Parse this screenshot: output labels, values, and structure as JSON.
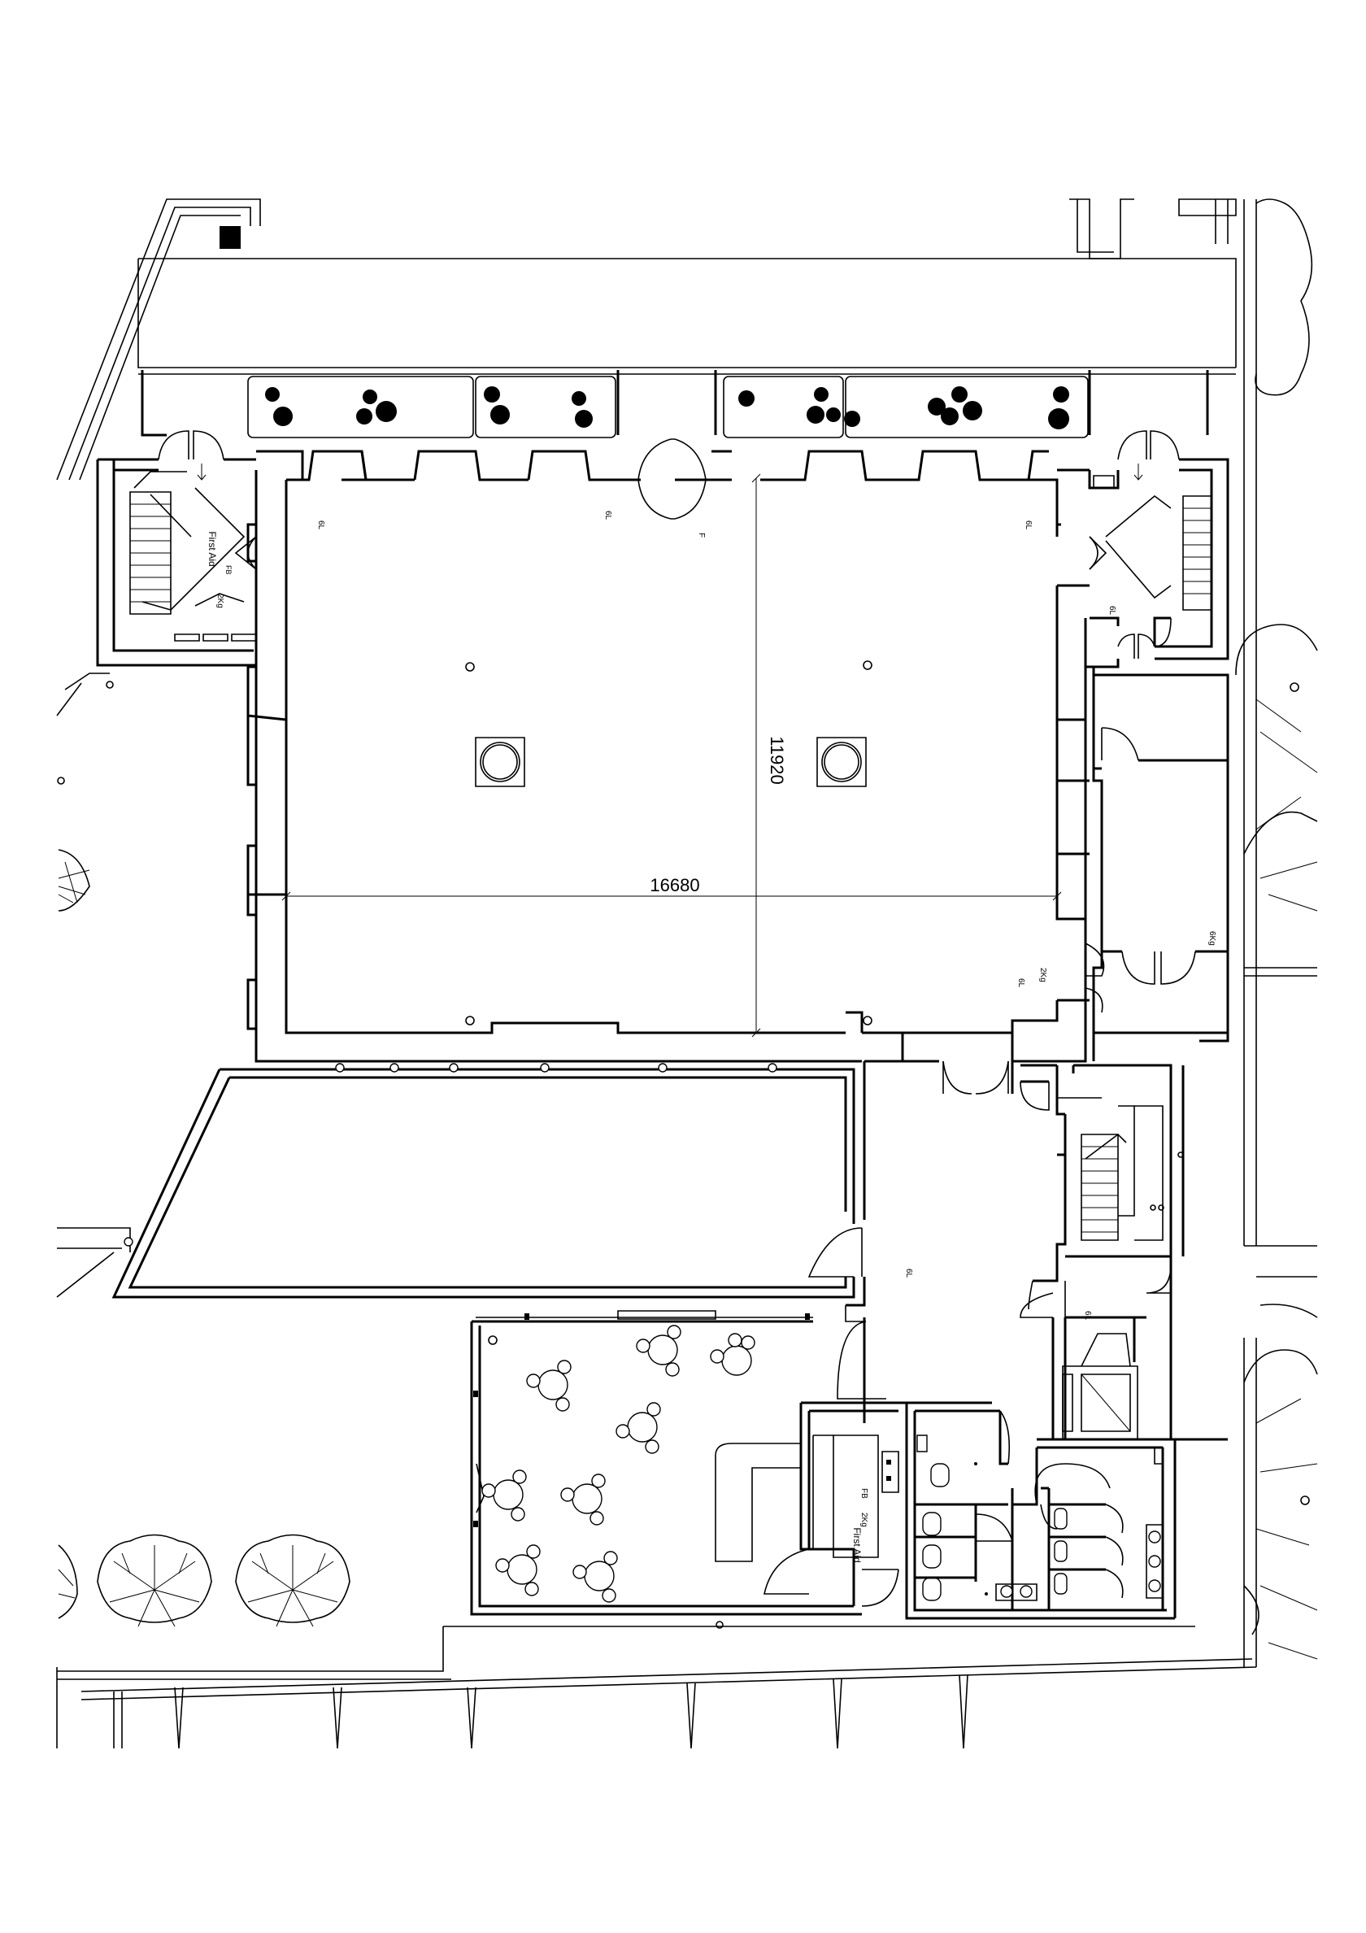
{
  "dimensions": {
    "width_label": "16680",
    "height_label": "11920"
  },
  "labels": {
    "first_aid_left": "First Aid",
    "first_aid_kitchen": "First Aid",
    "fb": "FB",
    "co2_2kg": "2Kg",
    "foam_6l": "6L",
    "foam_6kg": "6Kg",
    "fire_sign": "F"
  },
  "colors": {
    "line": "#000000",
    "background": "#ffffff"
  }
}
